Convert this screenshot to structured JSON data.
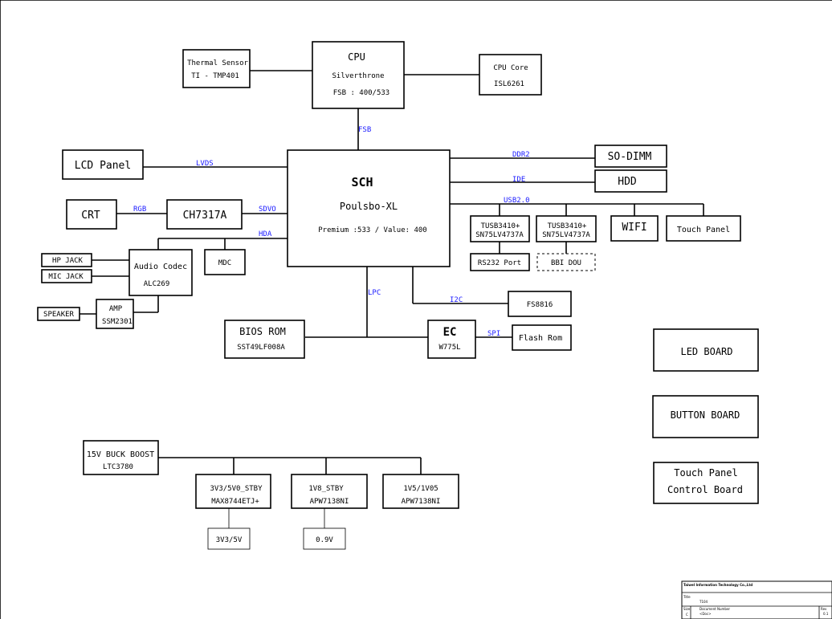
{
  "blocks": {
    "cpu": {
      "name": "CPU",
      "model": "Silverthrone",
      "fsb": "FSB : 400/533"
    },
    "thermal": {
      "name": "Thermal Sensor",
      "part": "TI - TMP401"
    },
    "cpu_core": {
      "name": "CPU Core",
      "part": "ISL6261"
    },
    "sch": {
      "name": "SCH",
      "model": "Poulsbo-XL",
      "speed": "Premium :533  / Value: 400"
    },
    "lcd": {
      "name": "LCD Panel"
    },
    "crt": {
      "name": "CRT"
    },
    "ch7317a": {
      "name": "CH7317A"
    },
    "audio_codec": {
      "name": "Audio Codec",
      "part": "ALC269"
    },
    "mdc": {
      "name": "MDC"
    },
    "hp_jack": {
      "name": "HP JACK"
    },
    "mic_jack": {
      "name": "MIC JACK"
    },
    "speaker": {
      "name": "SPEAKER"
    },
    "amp": {
      "name": "AMP",
      "part": "SSM2301"
    },
    "so_dimm": {
      "name": "SO-DIMM"
    },
    "hdd": {
      "name": "HDD"
    },
    "tusb1": {
      "name": "TUSB3410+",
      "part": "SN75LV4737A"
    },
    "tusb2": {
      "name": "TUSB3410+",
      "part": "SN75LV4737A"
    },
    "wifi": {
      "name": "WIFI"
    },
    "touch_panel": {
      "name": "Touch Panel"
    },
    "rs232": {
      "name": "RS232 Port"
    },
    "bbi": {
      "name": "BBI DOU"
    },
    "fs8816": {
      "name": "FS8816"
    },
    "bios": {
      "name": "BIOS ROM",
      "part": "SST49LF008A"
    },
    "ec": {
      "name": "EC",
      "part": "W775L"
    },
    "flash": {
      "name": "Flash Rom"
    },
    "led_board": {
      "name": "LED BOARD"
    },
    "button_board": {
      "name": "BUTTON BOARD"
    },
    "touch_ctrl": {
      "line1": "Touch Panel",
      "line2": "Control Board"
    },
    "buck": {
      "name": "15V BUCK BOOST",
      "part": "LTC3780"
    },
    "stby1": {
      "name": "3V3/5V0_STBY",
      "part": "MAX8744ETJ+"
    },
    "stby2": {
      "name": "1V8_STBY",
      "part": "APW7138NI"
    },
    "reg3": {
      "name": "1V5/1V05",
      "part": "APW7138NI"
    },
    "out1": {
      "name": "3V3/5V"
    },
    "out2": {
      "name": "0.9V"
    }
  },
  "buses": {
    "fsb": "FSB",
    "lvds": "LVDS",
    "rgb": "RGB",
    "sdvo": "SDVO",
    "hda": "HDA",
    "ddr2": "DDR2",
    "ide": "IDE",
    "usb": "USB2.0",
    "lpc": "LPC",
    "i2c": "I2C",
    "spi": "SPI"
  },
  "title_block": {
    "company": "Taiwel Information Technology Co.,Ltd",
    "title_label": "Title",
    "title": "T104",
    "size_label": "Size",
    "size": "C",
    "doc_label": "Document Number",
    "doc": "<Doc>",
    "rev_label": "Rev",
    "rev": "0.1"
  },
  "colors": {
    "bus_label": "#1a1aff",
    "line": "#000000"
  }
}
